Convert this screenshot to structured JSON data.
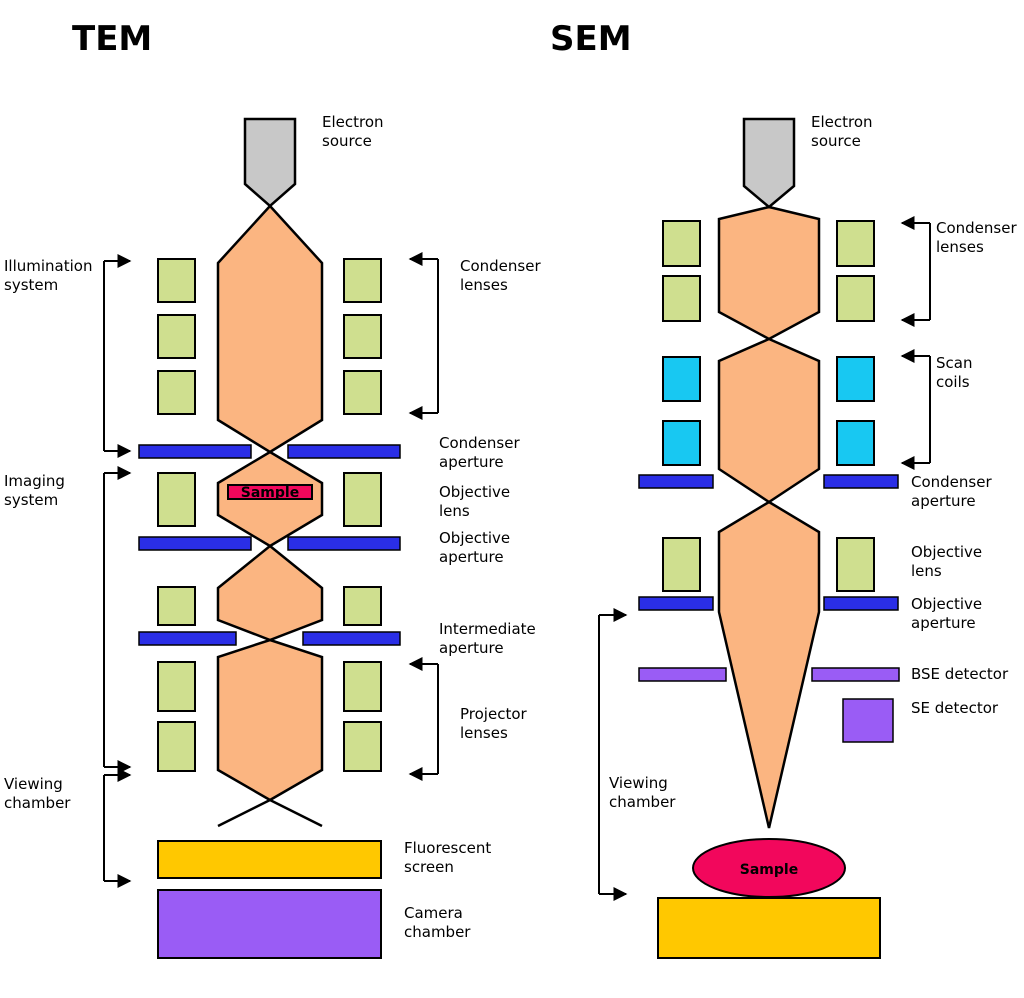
{
  "tem": {
    "title": "TEM",
    "labels": {
      "electron_source": [
        "Electron",
        "source"
      ],
      "illumination_system": [
        "Illumination",
        "system"
      ],
      "condenser_lenses": [
        "Condenser",
        "lenses"
      ],
      "condenser_aperture": [
        "Condenser",
        "aperture"
      ],
      "imaging_system": [
        "Imaging",
        "system"
      ],
      "objective_lens": [
        "Objective",
        "lens"
      ],
      "objective_aperture": [
        "Objective",
        "aperture"
      ],
      "intermediate_aperture": [
        "Intermediate",
        "aperture"
      ],
      "projector_lenses": [
        "Projector",
        "lenses"
      ],
      "viewing_chamber": [
        "Viewing",
        "chamber"
      ],
      "fluorescent_screen": [
        "Fluorescent",
        "screen"
      ],
      "camera_chamber": [
        "Camera",
        "chamber"
      ],
      "sample": "Sample"
    }
  },
  "sem": {
    "title": "SEM",
    "labels": {
      "electron_source": [
        "Electron",
        "source"
      ],
      "condenser_lenses": [
        "Condenser",
        "lenses"
      ],
      "scan_coils": [
        "Scan",
        "coils"
      ],
      "condenser_aperture": [
        "Condenser",
        "aperture"
      ],
      "objective_lens": [
        "Objective",
        "lens"
      ],
      "objective_aperture": [
        "Objective",
        "aperture"
      ],
      "bse_detector": "BSE detector",
      "se_detector": "SE detector",
      "viewing_chamber": [
        "Viewing",
        "chamber"
      ],
      "sample": "Sample"
    }
  },
  "colors": {
    "beam": "#fbb581",
    "lens": "#cfdf8f",
    "scan_coil": "#18c8f2",
    "aperture": "#2a2ee6",
    "detector": "#9a5cf5",
    "source": "#c8c8c8",
    "screen": "#ffc800",
    "sample": "#f2075c"
  }
}
